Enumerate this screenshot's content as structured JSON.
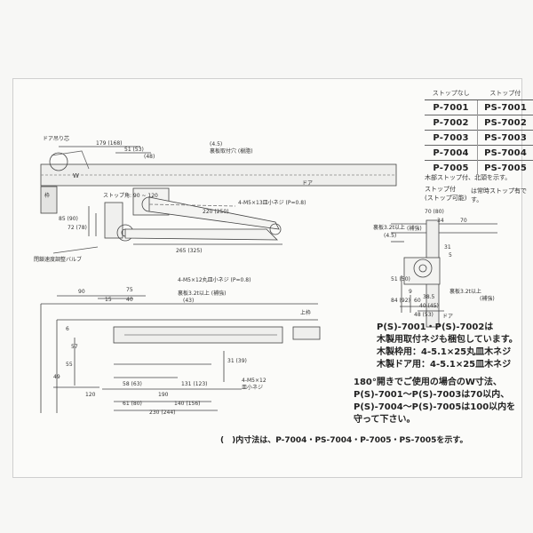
{
  "table": {
    "headers": [
      "ストップなし",
      "ストップ付"
    ],
    "rows": [
      [
        "P-7001",
        "PS-7001"
      ],
      [
        "P-7002",
        "PS-7002"
      ],
      [
        "P-7003",
        "PS-7003"
      ],
      [
        "P-7004",
        "PS-7004"
      ],
      [
        "P-7005",
        "PS-7005"
      ]
    ]
  },
  "table_notes": {
    "line1": "木部ストップ付、北頭を示す。",
    "line2": "ストップ付",
    "line3": "(ストップ可能)",
    "line4": "は常時ストップ有です。"
  },
  "top_view": {
    "door_hinge": "ドア吊り芯",
    "dim_179": "179 (168)",
    "dim_51": "51 (53)",
    "ref_48": "(48)",
    "ref_4_5": "(4.5)",
    "bracket_hole": "裏板取付穴 (樹脂)",
    "side_w": "W",
    "frame_label": "枠",
    "door_label": "ドア",
    "screw": "4-M5×13皿小ネジ (P=0.8)",
    "dim_220": "220 (250)",
    "dim_85": "85 (90)",
    "dim_72": "72 (78)",
    "stop_range": "ストップ角: 90 ~ 120",
    "dim_265": "265 (325)",
    "adjust_valve": "閉鎖速度調整バルブ"
  },
  "front_view": {
    "dim_90": "90",
    "dim_75": "75",
    "dim_15": "15",
    "dim_40": "40",
    "screw": "4-M5×12丸皿小ネジ (P=0.8)",
    "bracket": "裏板3.2t以上 (補強)",
    "dim_43": "(43)",
    "top_frame": "上枠",
    "dim_6": "6",
    "dim_57": "57",
    "dim_55": "55",
    "dim_49": "49",
    "dim_120": "120",
    "dim_58": "58 (63)",
    "dim_131": "131 (123)",
    "dim_190": "190",
    "dim_61": "61 (80)",
    "dim_140": "140 (156)",
    "dim_230": "230 (244)",
    "dim_31": "31 (39)",
    "screw2": "4-M5×12",
    "screw2b": "皿小ネジ"
  },
  "side_view": {
    "dim_70": "70 (80)",
    "dim_34": "34",
    "dim_70b": "70",
    "bracket": "裏板3.2t以上",
    "ref_4_5": "(4.5)",
    "reinforce": "(補強)",
    "dim_31": "31",
    "dim_5": "5",
    "dim_51": "51 (50)",
    "dim_84": "84 (92)",
    "dim_9": "9",
    "dim_60": "60",
    "dim_38": "38.5",
    "dim_40": "40 (45)",
    "dim_48": "48 (53)",
    "bracket2": "裏板3.2t以上",
    "reinforce2": "(補強)",
    "door": "ドア"
  },
  "notes": {
    "l1": "P(S)-7001・P(S)-7002は",
    "l2": "木製用取付ネジも梱包しています。",
    "l3": "木製枠用：4-5.1×25丸皿木ネジ",
    "l4": "木製ドア用：4-5.1×25皿木ネジ",
    "l5": "180°開きでご使用の場合のW寸法、",
    "l6": "P(S)-7001～P(S)-7003は70以内、",
    "l7": "P(S)-7004～P(S)-7005は100以内を",
    "l8": "守って下さい。",
    "l9": "(　)内寸法は、P-7004・PS-7004・P-7005・PS-7005を示す。"
  }
}
